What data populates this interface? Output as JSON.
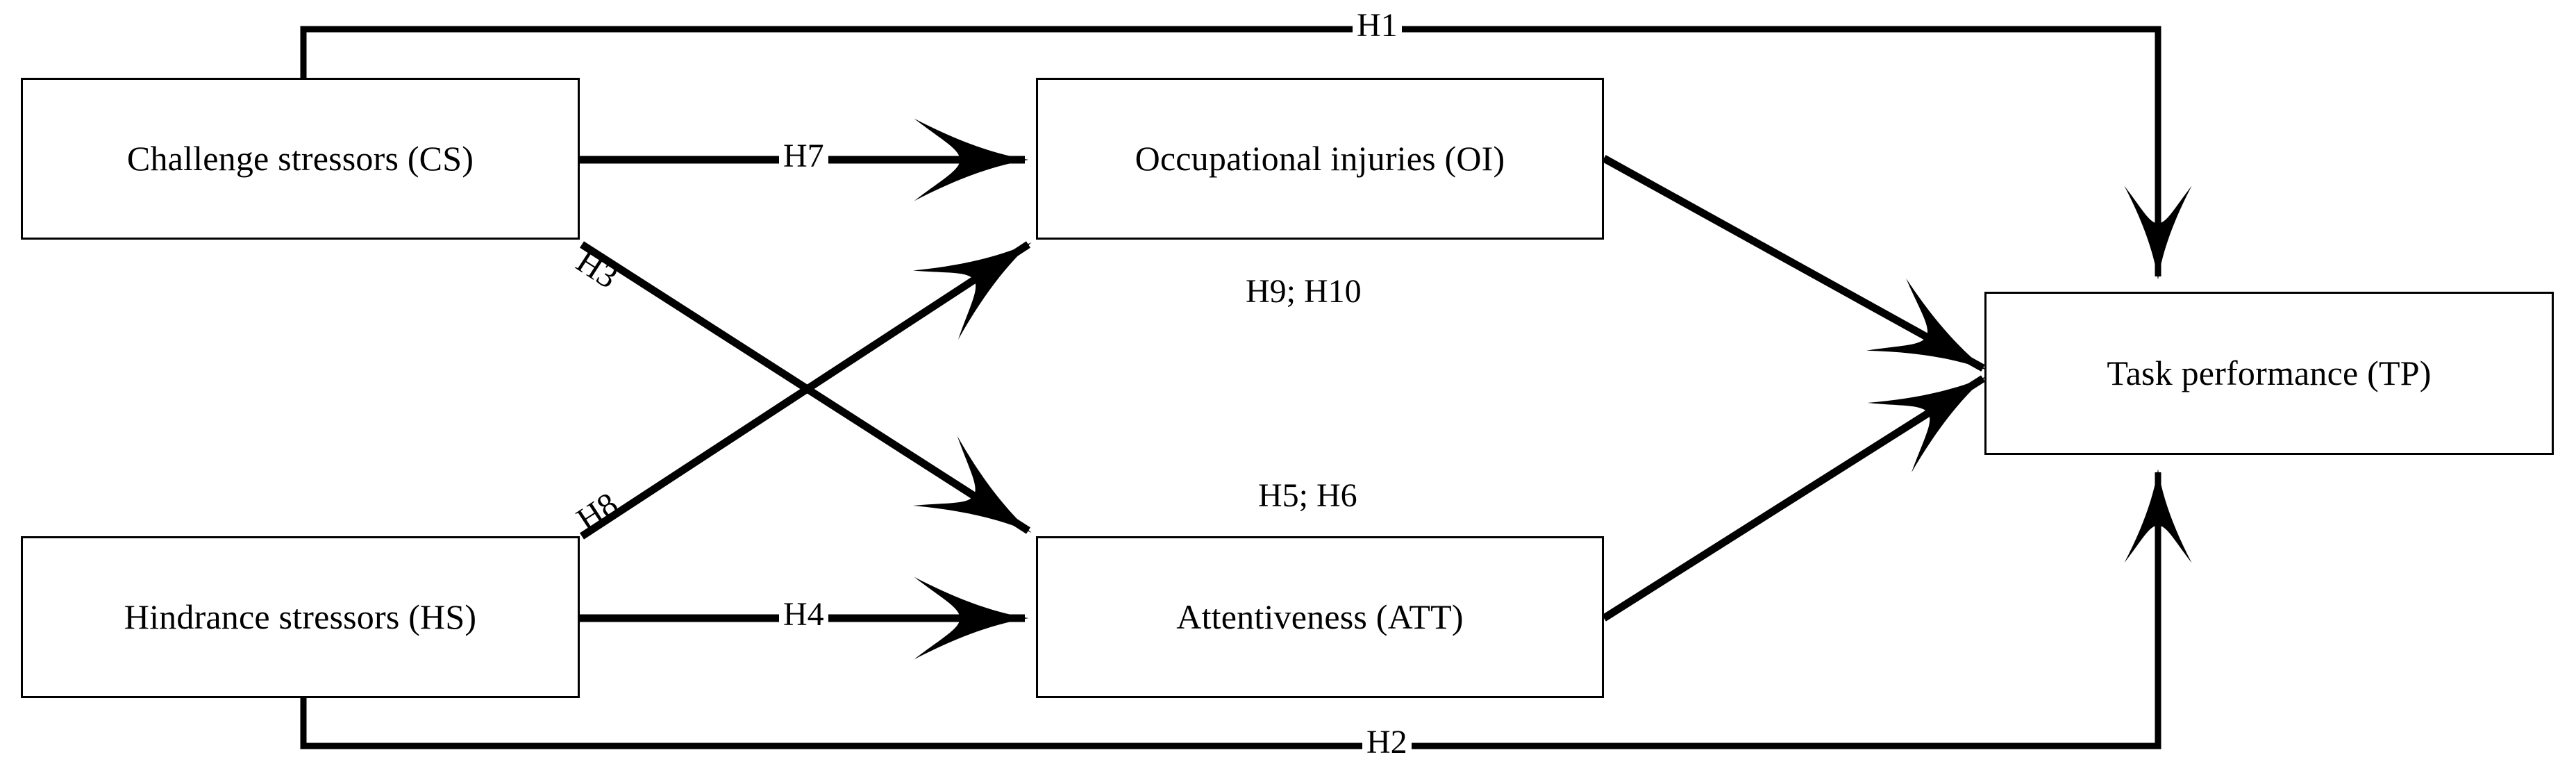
{
  "diagram": {
    "title": "Research model of stressors, occupational injuries, attentiveness and task performance",
    "type": "path-model",
    "background_color": "#ffffff",
    "line_color": "#000000",
    "nodes": [
      {
        "id": "CS",
        "label": "Challenge stressors (CS)"
      },
      {
        "id": "HS",
        "label": "Hindrance stressors (HS)"
      },
      {
        "id": "OI",
        "label": "Occupational injuries (OI)"
      },
      {
        "id": "ATT",
        "label": "Attentiveness (ATT)"
      },
      {
        "id": "TP",
        "label": "Task performance (TP)"
      }
    ],
    "edge_labels": {
      "h1": "H1",
      "h2": "H2",
      "h3": "H3",
      "h4": "H4",
      "h5_h6": "H5; H6",
      "h7": "H7",
      "h8": "H8",
      "h9_h10": "H9; H10"
    },
    "edges": [
      {
        "id": "h1",
        "label": "H1",
        "from": "CS",
        "to": "TP",
        "routing": "orthogonal-top"
      },
      {
        "id": "h2",
        "label": "H2",
        "from": "HS",
        "to": "TP",
        "routing": "orthogonal-bottom"
      },
      {
        "id": "h7",
        "label": "H7",
        "from": "CS",
        "to": "OI",
        "routing": "straight"
      },
      {
        "id": "h3",
        "label": "H3",
        "from": "CS",
        "to": "ATT",
        "routing": "diagonal"
      },
      {
        "id": "h8",
        "label": "H8",
        "from": "HS",
        "to": "OI",
        "routing": "diagonal"
      },
      {
        "id": "h4",
        "label": "H4",
        "from": "HS",
        "to": "ATT",
        "routing": "straight"
      },
      {
        "id": "h9_h10",
        "label": "H9; H10",
        "from": "OI",
        "to": "TP",
        "routing": "diagonal"
      },
      {
        "id": "h5_h6",
        "label": "H5; H6",
        "from": "ATT",
        "to": "TP",
        "routing": "diagonal"
      }
    ]
  }
}
